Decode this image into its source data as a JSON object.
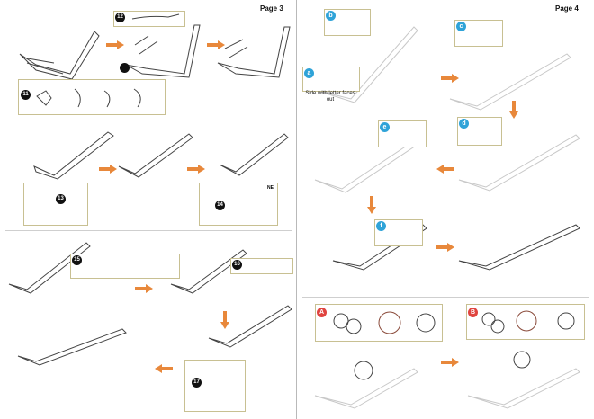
{
  "pages": {
    "left": {
      "label": "Page 3"
    },
    "right": {
      "label": "Page 4"
    }
  },
  "steps": {
    "s11": "11",
    "s12": "12",
    "s13": "13",
    "s14": "14",
    "s15": "15",
    "s16": "16",
    "s17": "17"
  },
  "letters": {
    "a": "a",
    "b": "b",
    "c": "c",
    "d": "d",
    "e": "e",
    "f": "f",
    "A": "A",
    "B": "B"
  },
  "captions": {
    "side_letter": "Side with letter faces out"
  },
  "tool_labels": {
    "ne": "NE"
  },
  "colors": {
    "arrow": "#e8883b",
    "letter_badge": "#2fa3d8",
    "ring_badge": "#e0443f",
    "box_border": "#c8c092",
    "dot": "#2aa0e0"
  }
}
